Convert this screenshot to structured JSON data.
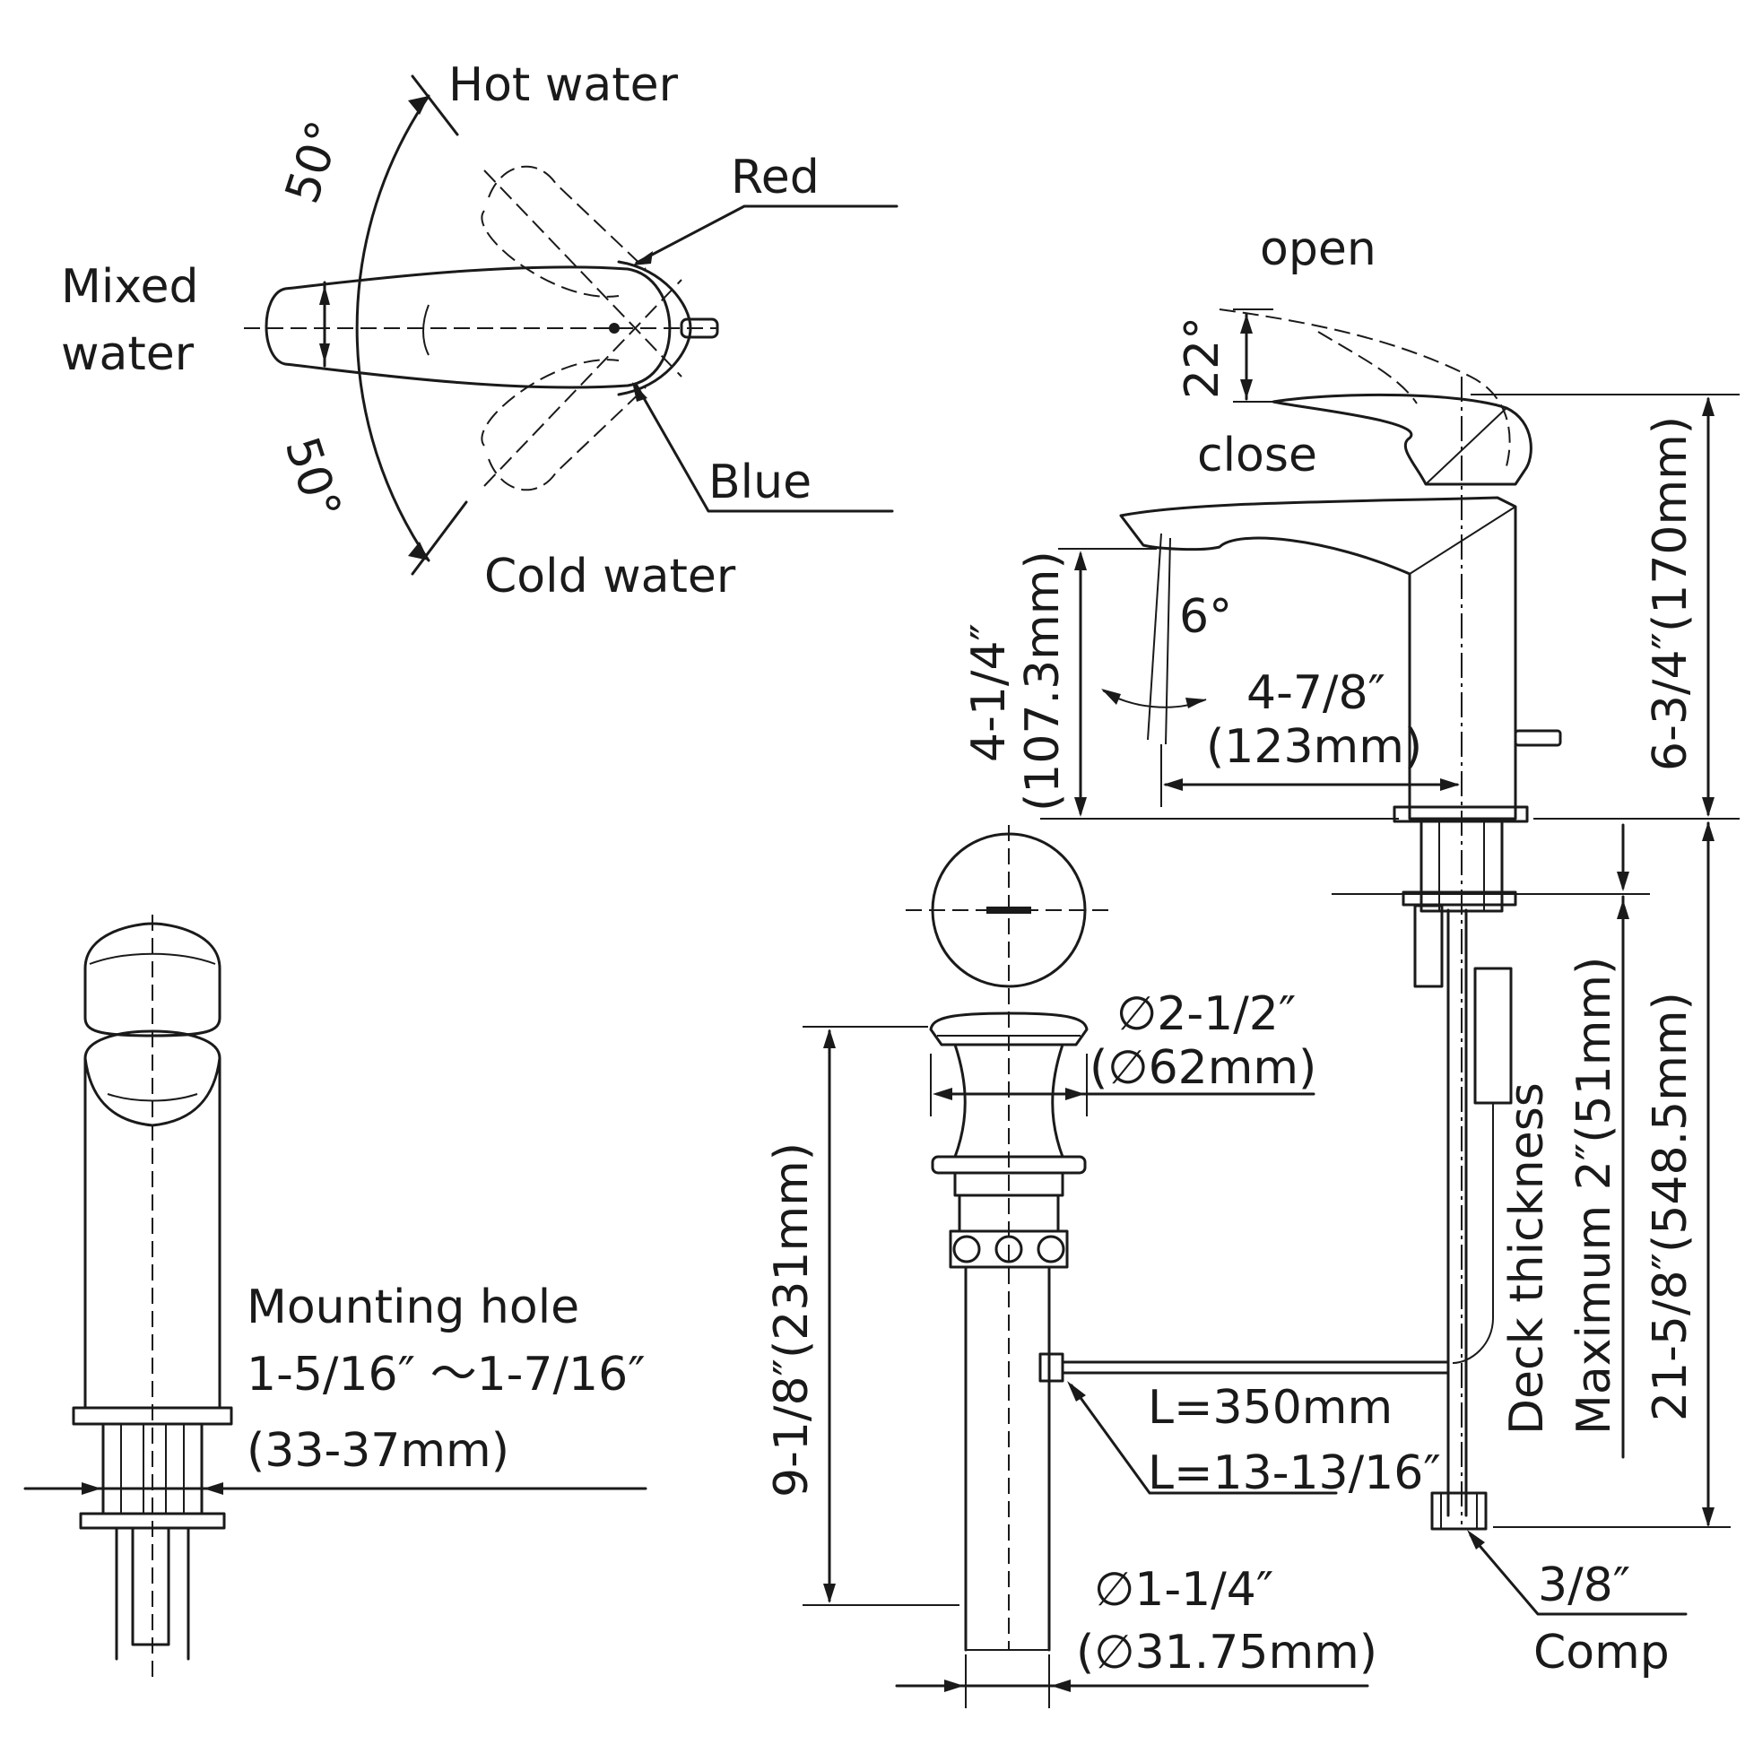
{
  "handle_top_view": {
    "hot_water": "Hot water",
    "cold_water": "Cold water",
    "mixed_water_line1": "Mixed",
    "mixed_water_line2": "water",
    "angle_hot": "50°",
    "angle_cold": "50°",
    "red": "Red",
    "blue": "Blue"
  },
  "side_view": {
    "open": "open",
    "close": "close",
    "lever_angle": "22°",
    "spout_angle": "6°",
    "spout_height_in": "4-1/4″",
    "spout_height_mm": "(107.3mm)",
    "spout_reach_in": "4-7/8″",
    "spout_reach_mm": "(123mm)",
    "total_height": "6-3/4″(170mm)",
    "below_deck_height": "21-5/8″(548.5mm)",
    "deck_thickness_label": "Deck thickness",
    "deck_thickness_value": "Maximum 2″(51mm)",
    "supply_connection_size": "3/8″",
    "supply_connection_type": "Comp"
  },
  "drain_view": {
    "flange_dia_in": "∅2-1/2″",
    "flange_dia_mm": "(∅62mm)",
    "drain_height": "9-1/8″(231mm)",
    "rod_length_mm": "L=350mm",
    "rod_length_in": "L=13-13/16″",
    "tail_dia_in": "∅1-1/4″",
    "tail_dia_mm": "(∅31.75mm)"
  },
  "front_view": {
    "mounting_hole_label": "Mounting hole",
    "mounting_hole_in": "1-5/16″ ～1-7/16″",
    "mounting_hole_mm": "(33-37mm)"
  }
}
